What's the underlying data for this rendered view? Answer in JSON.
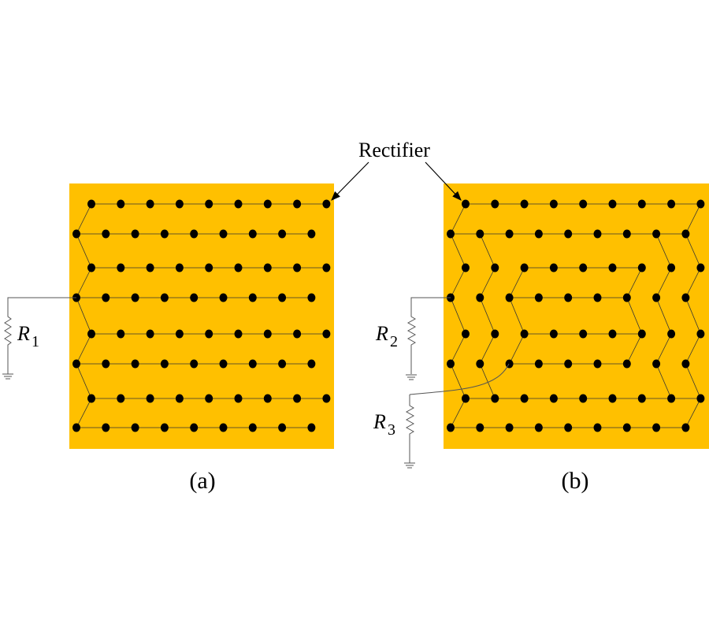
{
  "annotation": {
    "rectifier_label": "Rectifier"
  },
  "panels": [
    {
      "caption": "(a)",
      "resistors": [
        {
          "letter": "R",
          "sub": "1"
        }
      ]
    },
    {
      "caption": "(b)",
      "resistors": [
        {
          "letter": "R",
          "sub": "2"
        },
        {
          "letter": "R",
          "sub": "3"
        }
      ]
    }
  ],
  "colors": {
    "substrate": "#FFC000",
    "dot": "#000000",
    "wire": "#333333"
  }
}
